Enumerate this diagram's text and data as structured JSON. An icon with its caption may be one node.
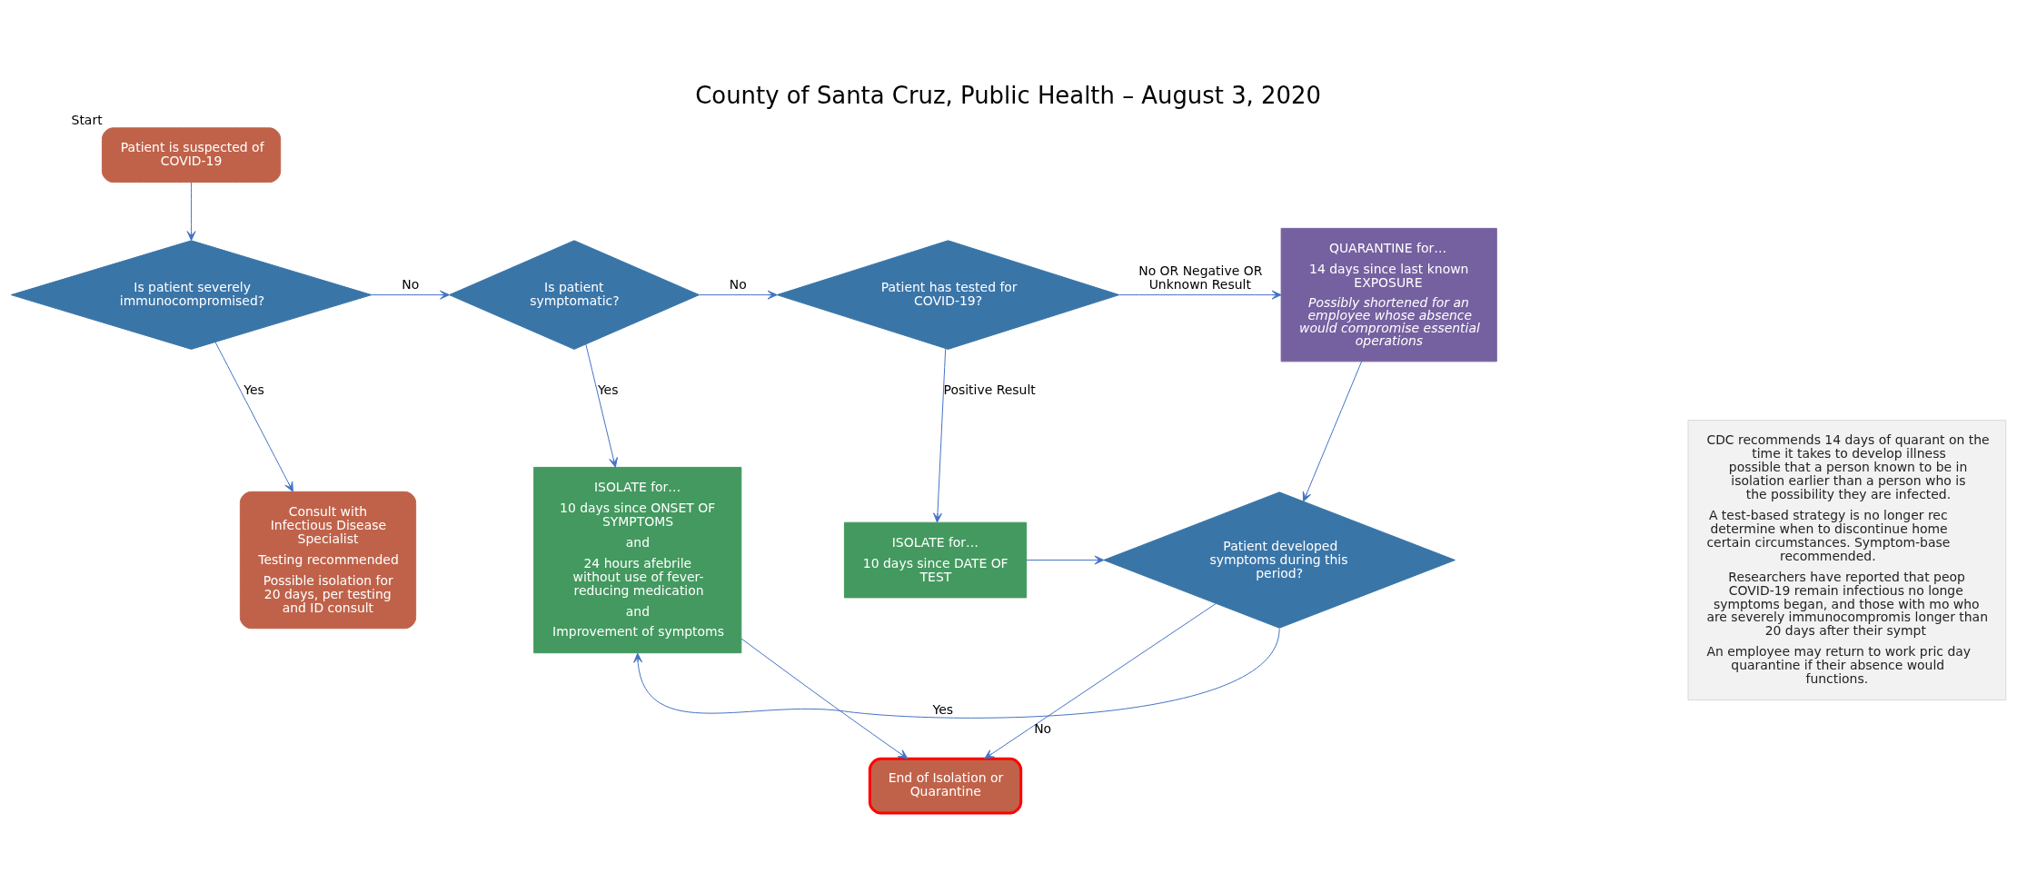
{
  "diagram": {
    "title": "County of Santa Cruz, Public Health – August 3, 2020",
    "nodes": [
      {
        "text": [
          "Patient is suspected of COVID-19"
        ],
        "beside": [
          "Start"
        ]
      },
      {
        "text": [
          "Is patient severely immunocompromised?"
        ]
      },
      {
        "text": [
          "Is patient symptomatic?"
        ]
      },
      {
        "text": [
          "Patient has tested for COVID-19?"
        ]
      },
      {
        "text": [
          "QUARANTINE for…",
          "14 days since last known EXPOSURE",
          "Possibly shortened for an employee whose absence would compromise essential operations"
        ]
      },
      {
        "text": [
          "Consult with Infectious Disease Specialist",
          "Testing recommended",
          "Possible isolation for 20 days, per testing and ID consult"
        ]
      },
      {
        "text": [
          "ISOLATE for…",
          "10 days since ONSET OF SYMPTOMS",
          "and",
          "24 hours afebrile without use of fever-reducing medication",
          "and",
          "Improvement of symptoms"
        ]
      },
      {
        "text": [
          "ISOLATE for…",
          "10 days since DATE OF TEST"
        ]
      },
      {
        "text": [
          "Patient developed symptoms during this period?"
        ]
      },
      {
        "text": [
          "End of Isolation or Quarantine"
        ]
      },
      {
        "text": [
          "CDC recommends 14 days of quarant on the time it takes to develop illness possible that a person known to be in isolation earlier than a person who is the possibility they are infected.",
          "A test-based strategy is no longer rec determine when to discontinue home certain circumstances. Symptom-base recommended.",
          "Researchers have reported that peop COVID-19 remain infectious no longe symptoms began, and those with mo who are severely immunocompromis longer than 20 days after their sympt",
          "An employee may return to work pric day quarantine if their absence would functions."
        ]
      }
    ],
    "edges": [
      {
        "from": 0,
        "to": 1,
        "arrow": "to"
      },
      {
        "from": 1,
        "to": 2,
        "arrow": "to",
        "label": "No"
      },
      {
        "from": 1,
        "to": 5,
        "arrow": "to",
        "label": "Yes"
      },
      {
        "from": 2,
        "to": 3,
        "arrow": "to",
        "label": "No"
      },
      {
        "from": 2,
        "to": 6,
        "arrow": "to",
        "label": "Yes"
      },
      {
        "from": 3,
        "to": 4,
        "arrow": "to",
        "label": "No OR Negative OR Unknown Result"
      },
      {
        "from": 3,
        "to": 7,
        "arrow": "to",
        "label": "Positive Result"
      },
      {
        "from": 4,
        "to": 8,
        "arrow": "to"
      },
      {
        "from": 7,
        "to": 8,
        "arrow": "to"
      },
      {
        "from": 8,
        "to": 9,
        "arrow": "to",
        "label": "No"
      },
      {
        "from": 8,
        "to": 6,
        "arrow": "to",
        "label": "Yes"
      },
      {
        "from": 6,
        "to": 9,
        "arrow": "to"
      }
    ]
  }
}
